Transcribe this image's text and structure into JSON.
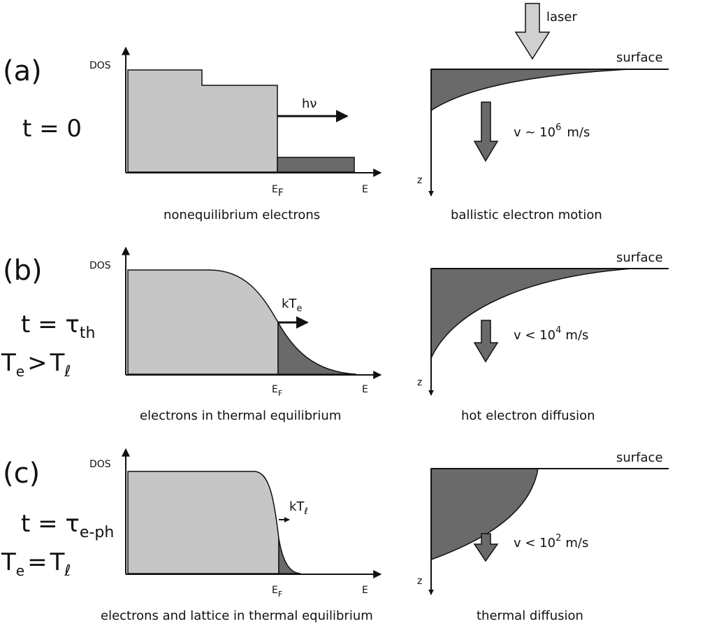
{
  "panels": [
    {
      "id": "a",
      "panel_label": "(a)",
      "time_label": "t = 0",
      "temp_relation": "",
      "dos_label": "DOS",
      "fermi_label": "E",
      "fermi_sub": "F",
      "energy_label": "E",
      "excitation_label": "hν",
      "excitation_sub": "",
      "dist_caption": "nonequilibrium electrons",
      "surface_label": "surface",
      "z_label": "z",
      "velocity_prefix": "v ~ 10",
      "velocity_exp": "6",
      "velocity_unit": "m/s",
      "motion_caption": "ballistic electron motion"
    },
    {
      "id": "b",
      "panel_label": "(b)",
      "time_label": "t = τ",
      "time_sub": "th",
      "temp_left": "T",
      "temp_left_sub": "e",
      "temp_op": ">",
      "temp_right": "T",
      "temp_right_sub": "ℓ",
      "dos_label": "DOS",
      "fermi_label": "E",
      "fermi_sub": "F",
      "energy_label": "E",
      "excitation_label": "kT",
      "excitation_sub": "e",
      "dist_caption": "electrons in thermal equilibrium",
      "surface_label": "surface",
      "z_label": "z",
      "velocity_prefix": "v < 10",
      "velocity_exp": "4",
      "velocity_unit": "m/s",
      "motion_caption": "hot electron diffusion"
    },
    {
      "id": "c",
      "panel_label": "(c)",
      "time_label": "t = τ",
      "time_sub": "e-ph",
      "temp_left": "T",
      "temp_left_sub": "e",
      "temp_op": "=",
      "temp_right": "T",
      "temp_right_sub": "ℓ",
      "dos_label": "DOS",
      "fermi_label": "E",
      "fermi_sub": "F",
      "energy_label": "E",
      "excitation_label": "kT",
      "excitation_sub": "ℓ",
      "dist_caption": "electrons and lattice in thermal equilibrium",
      "surface_label": "surface",
      "z_label": "z",
      "velocity_prefix": "v < 10",
      "velocity_exp": "2",
      "velocity_unit": "m/s",
      "motion_caption": "thermal diffusion"
    }
  ],
  "laser_label": "laser",
  "colors": {
    "light_fill": "#c6c6c6",
    "dark_fill": "#6a6a6a",
    "line": "#111111"
  }
}
